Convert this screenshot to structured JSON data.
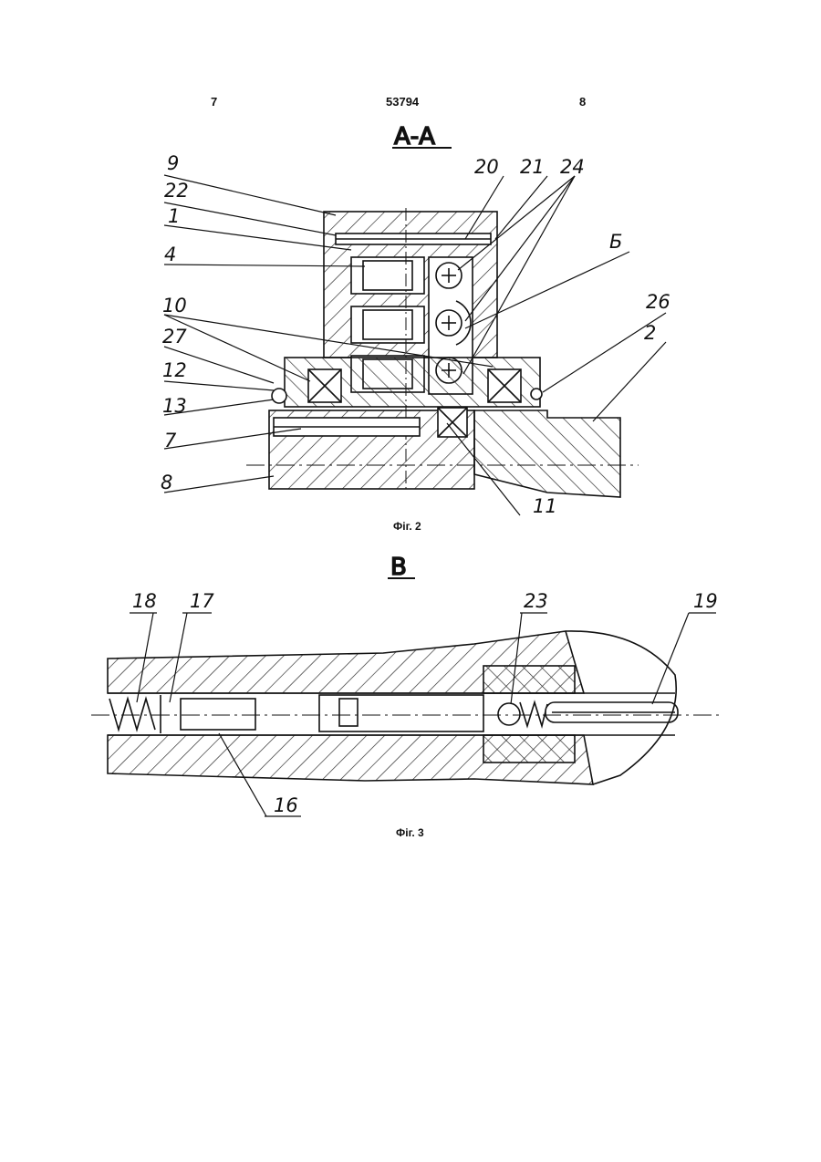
{
  "header": {
    "page_left": "7",
    "patent_number": "53794",
    "page_right": "8"
  },
  "figure2": {
    "section_title": "А-А",
    "caption": "Фіг. 2",
    "labels": [
      "9",
      "22",
      "1",
      "4",
      "10",
      "27",
      "12",
      "13",
      "7",
      "8",
      "20",
      "21",
      "24",
      "Б",
      "26",
      "2",
      "11"
    ]
  },
  "figure3": {
    "section_title": "В",
    "caption": "Фіг. 3",
    "labels": [
      "18",
      "17",
      "23",
      "19",
      "16"
    ]
  }
}
